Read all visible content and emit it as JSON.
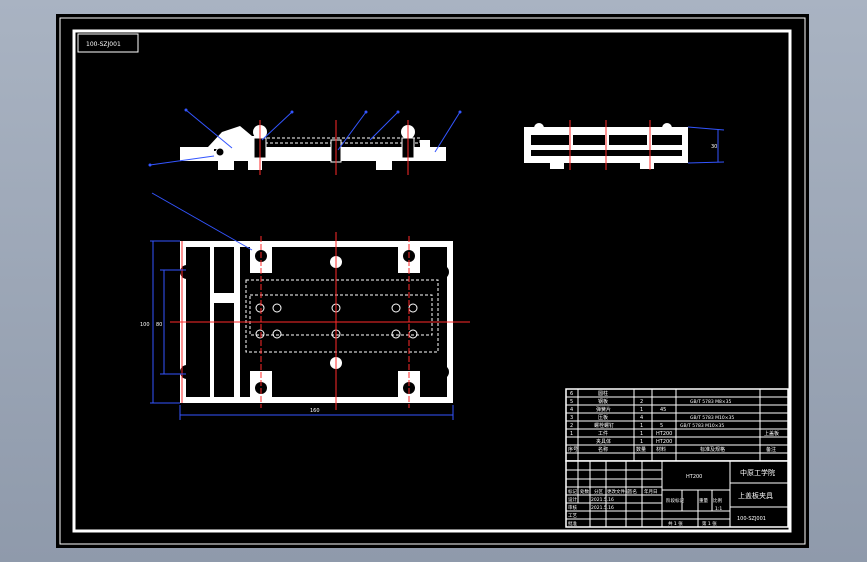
{
  "drawing": {
    "code_box": "100-SZJ001",
    "dim_length": "160",
    "dim_width_outer": "100",
    "dim_width_inner": "80",
    "dim_height": "30"
  },
  "bom": {
    "rows": [
      {
        "no": "6",
        "name": "圆柱",
        "qty": "",
        "material": "",
        "std": "",
        "note": ""
      },
      {
        "no": "5",
        "name": "钢板",
        "qty": "2",
        "material": "",
        "std": "GB/T 5783 M8×35",
        "note": ""
      },
      {
        "no": "4",
        "name": "弹簧片",
        "qty": "1",
        "material": "45",
        "std": "",
        "note": ""
      },
      {
        "no": "3",
        "name": "压板",
        "qty": "4",
        "material": "",
        "std": "GB/T 5783 M10×35",
        "note": ""
      },
      {
        "no": "2",
        "name": "螺栓螺钉",
        "qty": "1",
        "material": "5",
        "std": "GB/T 5783 M10×35",
        "note": ""
      },
      {
        "no": "1",
        "name": "工件",
        "qty": "1",
        "material": "HT200",
        "std": "",
        "note": "上盖板"
      },
      {
        "no": "",
        "name": "夹具体",
        "qty": "1",
        "material": "HT200",
        "std": "",
        "note": ""
      }
    ],
    "header": {
      "no": "序号",
      "name": "名称",
      "qty": "数量",
      "material": "材料",
      "std": "标准及规格",
      "note": "备注"
    }
  },
  "title_block": {
    "school": "中原工学院",
    "part_name": "上盖板夹具",
    "drawing_no": "100-SZJ001",
    "material_code": "HT200",
    "scale_label": "比例",
    "scale": "1:1",
    "mark_label": "阶段标记",
    "weight_label": "重量",
    "sheet_total": "共 1 张",
    "sheet_no": "第 1 张",
    "sign_rows": [
      "设计",
      "审核",
      "工艺",
      "批准"
    ],
    "sign_dates": [
      "2021.5.16",
      "2021.5.16"
    ],
    "header_cols": [
      "标记",
      "处数",
      "分区",
      "更改文件号",
      "签名",
      "年月日"
    ]
  }
}
